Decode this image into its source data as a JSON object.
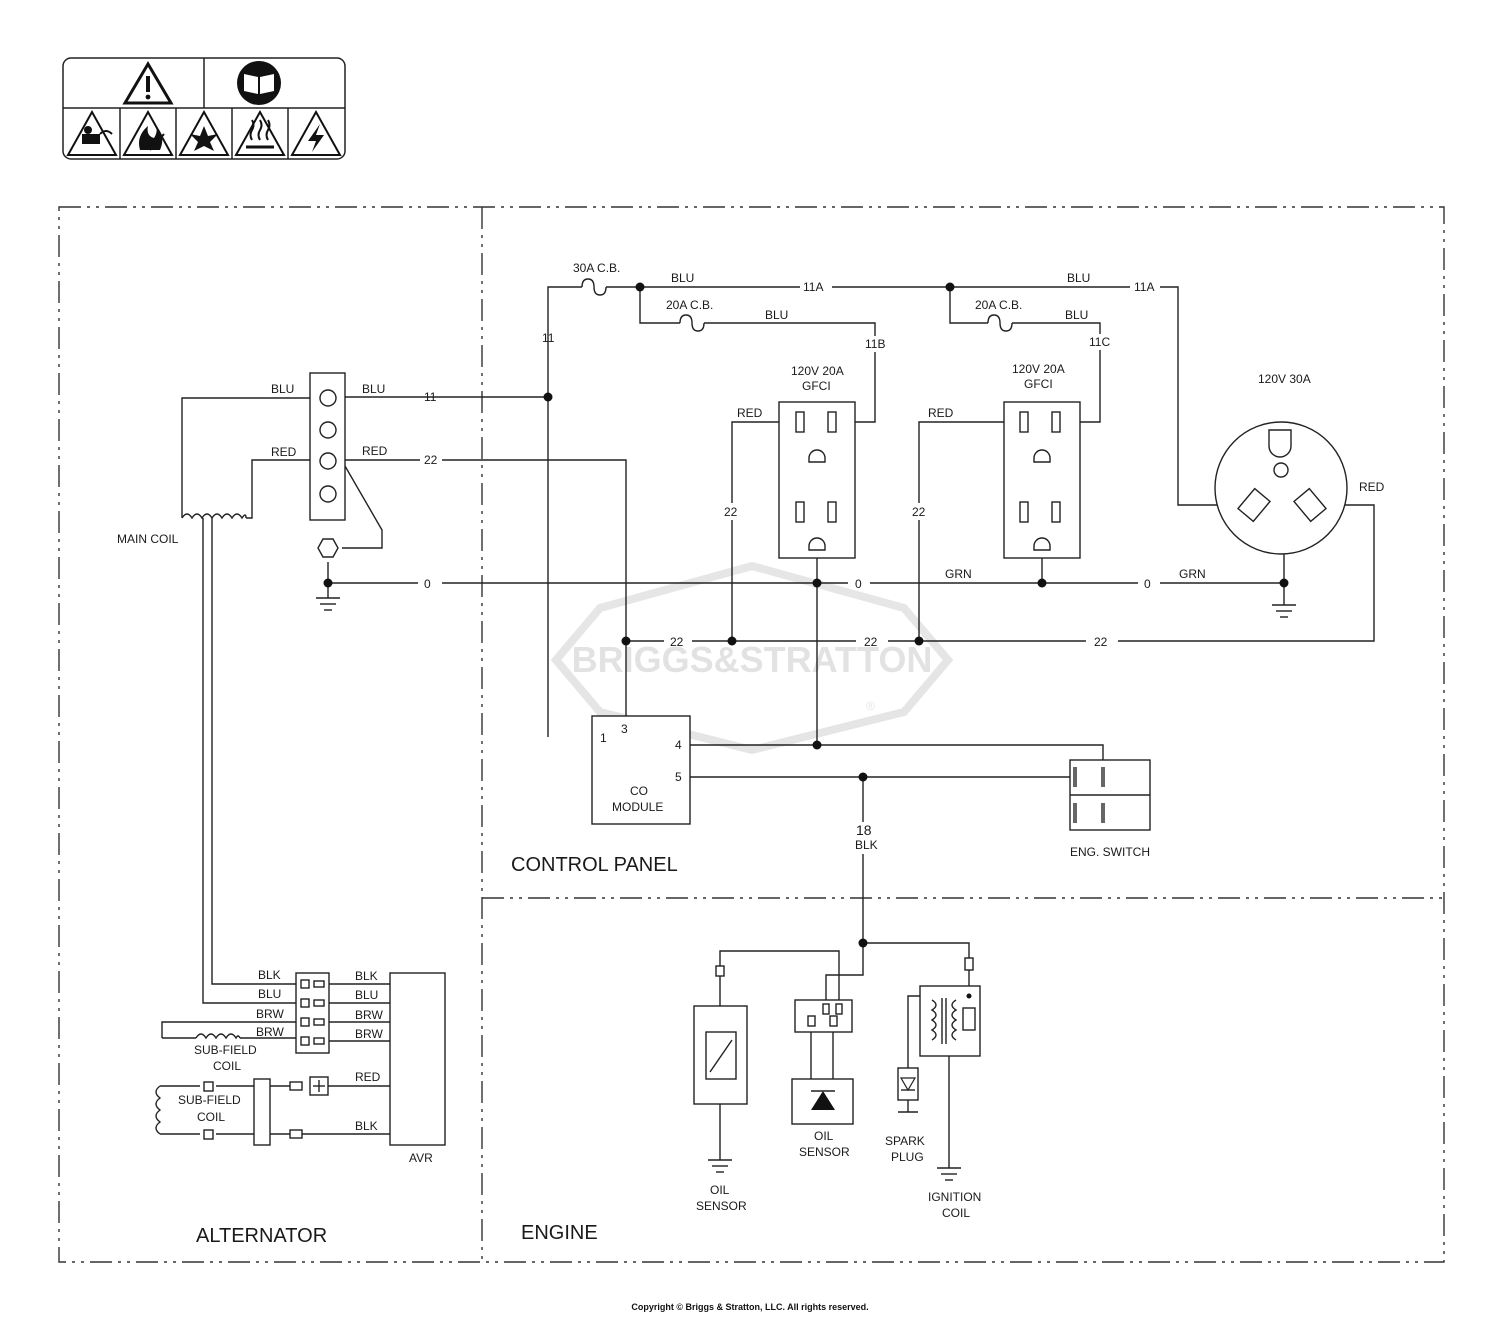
{
  "warning_panel": {
    "top_icons": [
      "warning-triangle-icon",
      "read-manual-icon"
    ],
    "bottom_icons": [
      "toxic-fumes-icon",
      "fire-icon",
      "explosion-icon",
      "hot-surface-icon",
      "electric-shock-icon"
    ]
  },
  "watermark": {
    "text": "BRIGGS&STRATTON",
    "mark": "®"
  },
  "sections": {
    "alternator": "ALTERNATOR",
    "control_panel": "CONTROL PANEL",
    "engine": "ENGINE"
  },
  "components": {
    "main_coil": "MAIN COIL",
    "cb_30a": "30A C.B.",
    "cb_20a_1": "20A C.B.",
    "cb_20a_2": "20A C.B.",
    "gfci_1": [
      "120V 20A",
      "GFCI"
    ],
    "gfci_2": [
      "120V 20A",
      "GFCI"
    ],
    "receptacle_30a": "120V 30A",
    "co_module": [
      "CO",
      "MODULE"
    ],
    "co_pins": [
      "1",
      "3",
      "4",
      "5"
    ],
    "eng_switch": "ENG. SWITCH",
    "avr": "AVR",
    "sub_field_coil_1": [
      "SUB-FIELD",
      "COIL"
    ],
    "sub_field_coil_2": [
      "SUB-FIELD",
      "COIL"
    ],
    "oil_sensor_1": [
      "OIL",
      "SENSOR"
    ],
    "oil_sensor_2": [
      "OIL",
      "SENSOR"
    ],
    "spark_plug": [
      "SPARK",
      "PLUG"
    ],
    "ignition_coil": [
      "IGNITION",
      "COIL"
    ]
  },
  "wire_labels": {
    "blu": "BLU",
    "red": "RED",
    "grn": "GRN",
    "blk": "BLK",
    "brw": "BRW",
    "w11": "11",
    "w11a": "11A",
    "w11b": "11B",
    "w11c": "11C",
    "w22": "22",
    "w0": "0",
    "w18": "18"
  },
  "footer": {
    "copyright": "Copyright © Briggs & Stratton, LLC. All rights reserved."
  }
}
